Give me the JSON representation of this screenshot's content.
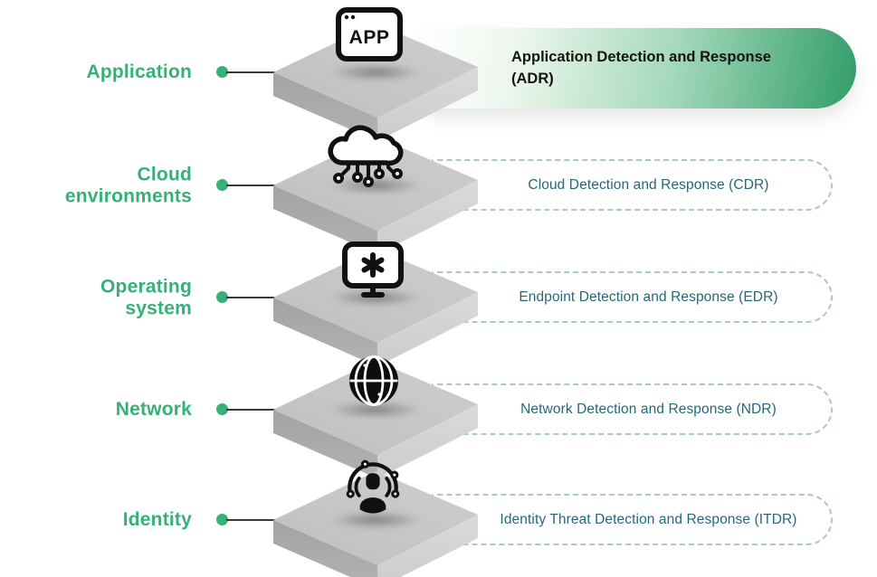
{
  "rows": [
    {
      "label": "Application",
      "pill": "Application Detection and Response (ADR)",
      "icon": "app-window-icon",
      "icon_text": "APP",
      "highlighted": true
    },
    {
      "label": "Cloud environments",
      "pill": "Cloud Detection and Response (CDR)",
      "icon": "cloud-circuit-icon",
      "highlighted": false
    },
    {
      "label": "Operating system",
      "pill": "Endpoint Detection and Response (EDR)",
      "icon": "monitor-gear-icon",
      "highlighted": false
    },
    {
      "label": "Network",
      "pill": "Network Detection and Response (NDR)",
      "icon": "globe-network-icon",
      "highlighted": false
    },
    {
      "label": "Identity",
      "pill": "Identity Threat Detection and Response (ITDR)",
      "icon": "identity-person-icon",
      "highlighted": false
    }
  ],
  "colors": {
    "label_green": "#36b077",
    "connector_green": "#36b077",
    "highlight_pill_green": "#319c69",
    "pill_text_teal": "#256779",
    "pill_dashed_border": "#a9c6d4",
    "dark_text": "#141414",
    "platform_top_gray": "#c6c6c6",
    "platform_left_gray": "#a9a9a9",
    "platform_right_gray": "#d7d7d7"
  }
}
